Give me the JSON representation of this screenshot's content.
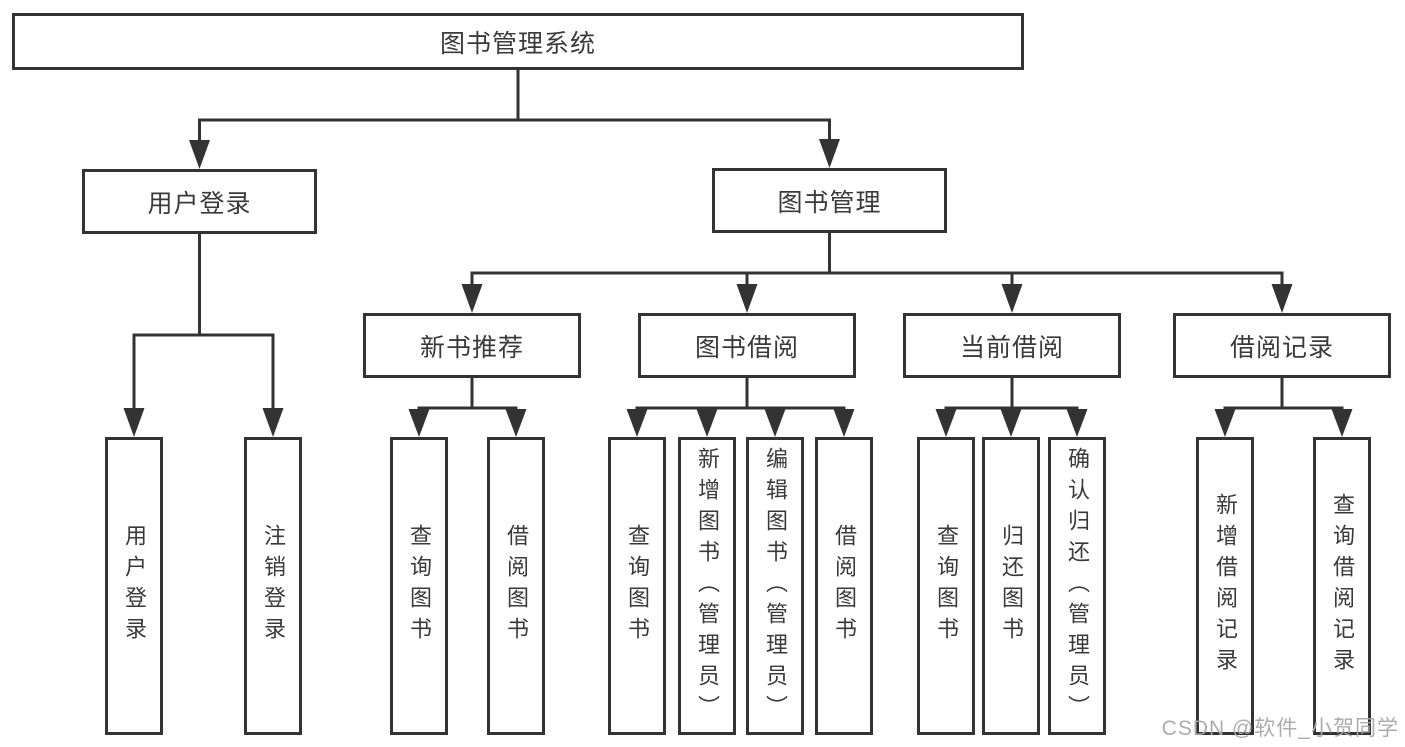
{
  "diagram": {
    "root": {
      "label": "图书管理系统"
    },
    "level2": [
      {
        "label": "用户登录"
      },
      {
        "label": "图书管理"
      }
    ],
    "level3": [
      {
        "label": "新书推荐"
      },
      {
        "label": "图书借阅"
      },
      {
        "label": "当前借阅"
      },
      {
        "label": "借阅记录"
      }
    ],
    "leaves": {
      "user_login": [
        "用户登录",
        "注销登录"
      ],
      "new_book": [
        "查询图书",
        "借阅图书"
      ],
      "book_borrow": [
        "查询图书",
        "新增图书（管理员）",
        "编辑图书（管理员）",
        "借阅图书"
      ],
      "current_borrow": [
        "查询图书",
        "归还图书",
        "确认归还（管理员）"
      ],
      "borrow_record": [
        "新增借阅记录",
        "查询借阅记录"
      ]
    }
  },
  "watermark": {
    "text": "CSDN @软件_小贺同学"
  },
  "colors": {
    "line": "#333333",
    "box_border": "#333333",
    "text": "#3a3a3a",
    "watermark": "#a8a8a8",
    "background": "#ffffff"
  }
}
